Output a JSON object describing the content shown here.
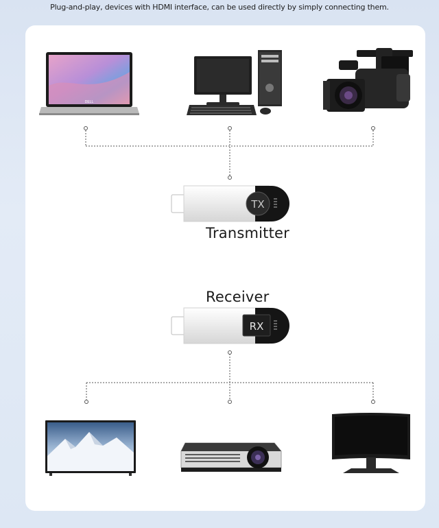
{
  "header": {
    "caption": "Plug-and-play, devices with HDMI interface, can be used directly by simply connecting them."
  },
  "labels": {
    "transmitter": "Transmitter",
    "receiver": "Receiver",
    "tx_badge": "TX",
    "rx_badge": "RX",
    "laptop_brand": "DELL"
  },
  "colors": {
    "connector_line": "#555555",
    "dongle_body": "#f2f2f2",
    "dongle_cap": "#151515"
  },
  "sources": [
    "laptop-icon",
    "desktop-pc-icon",
    "video-camera-icon"
  ],
  "outputs": [
    "tv-icon",
    "projector-icon",
    "monitor-icon"
  ]
}
